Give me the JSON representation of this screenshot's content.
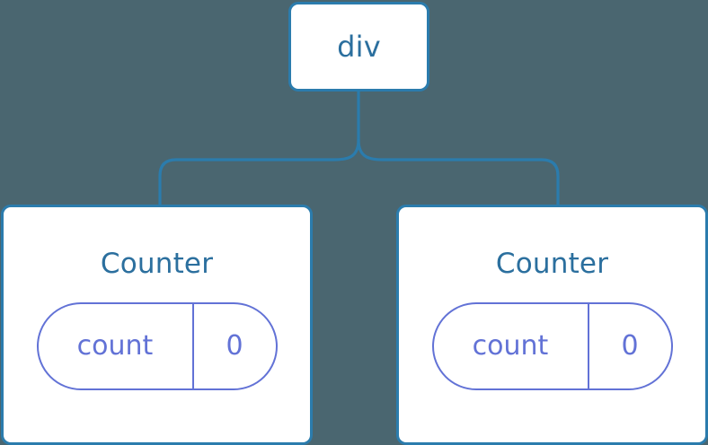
{
  "diagram": {
    "type": "component-tree",
    "background_color": "#4a6670",
    "node_fill_color": "#ffffff",
    "node_border_color": "#2b7cad",
    "node_label_color": "#2b6f9e",
    "pill_color": "#6272d6",
    "connector_color": "#2b7cad",
    "root": {
      "label": "div"
    },
    "children": [
      {
        "title": "Counter",
        "state": {
          "key": "count",
          "value": "0"
        }
      },
      {
        "title": "Counter",
        "state": {
          "key": "count",
          "value": "0"
        }
      }
    ]
  }
}
